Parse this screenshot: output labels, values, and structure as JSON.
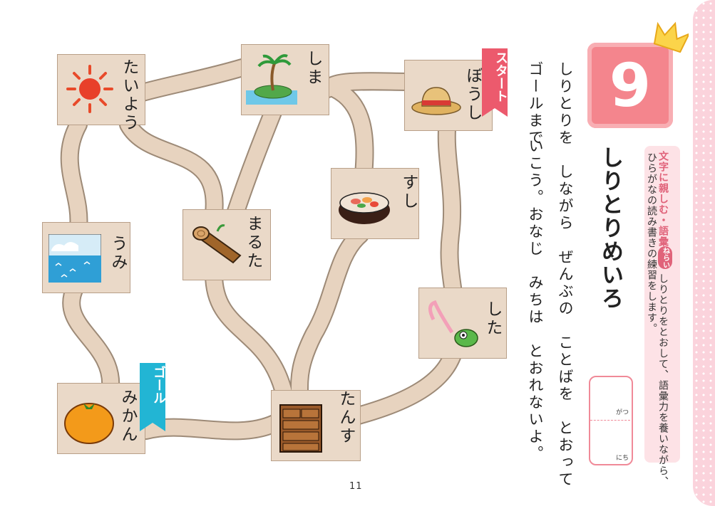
{
  "lesson": {
    "number": "9",
    "title": "しりとりめいろ",
    "category": "文字に親しむ・語彙",
    "aim_label": "ねらい",
    "aim_text_1": "しりとりをとおして、語彙力を養いながら、",
    "aim_text_2": "ひらがなの読み書きの練習をします。"
  },
  "date": {
    "month_label": "がつ",
    "day_label": "にち"
  },
  "instructions": {
    "line1": "しりとりを　しながら　ぜんぶの　ことばを　とおって",
    "line2": "ゴールまで",
    "line3": "いこう。おなじ　みちは　とおれないよ。"
  },
  "start_label": "スタート",
  "goal_label": "ゴール",
  "words": {
    "boushi": "ぼうし",
    "shima": "しま",
    "taiyou": "たいよう",
    "sushi": "すし",
    "maruta": "まるた",
    "umi": "うみ",
    "shita": "した",
    "tansu": "たんす",
    "mikan": "みかん"
  },
  "page_number": "11",
  "colors": {
    "accent": "#f4858d",
    "start": "#ec5a6d",
    "goal": "#22b5d4",
    "path": "#e7d3bf"
  }
}
